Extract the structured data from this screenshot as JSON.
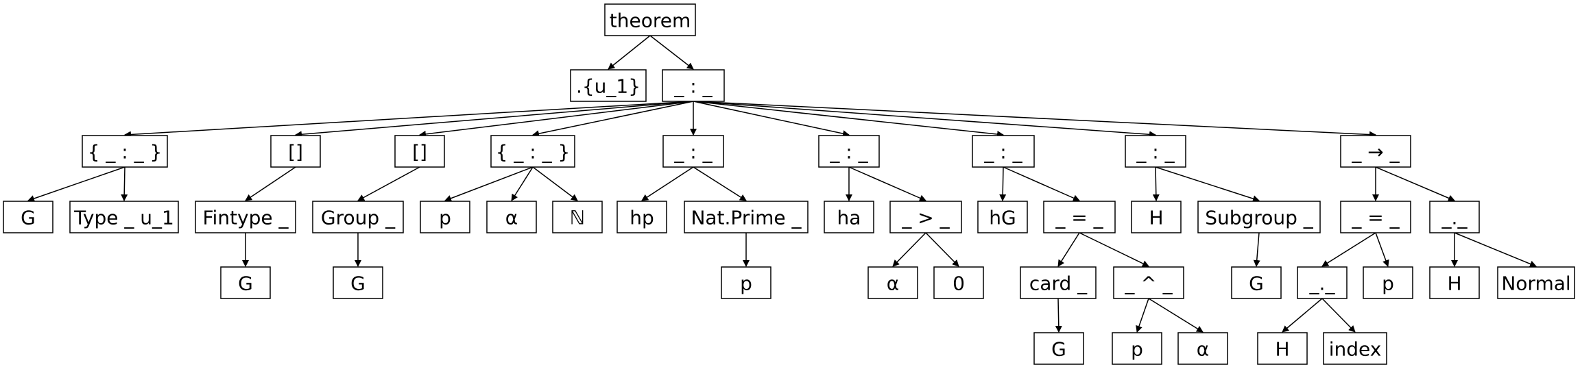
{
  "colors": {
    "node_border": "#000000",
    "node_fill": "#ffffff",
    "edge": "#000000",
    "text": "#000000"
  },
  "nodes": [
    {
      "id": "n0",
      "label": "theorem"
    },
    {
      "id": "n1",
      "label": ".{u_1}"
    },
    {
      "id": "n2",
      "label": "_ : _"
    },
    {
      "id": "n3",
      "label": "{ _ : _ }"
    },
    {
      "id": "n4",
      "label": "[]"
    },
    {
      "id": "n5",
      "label": "[]"
    },
    {
      "id": "n6",
      "label": "{ _ : _ }"
    },
    {
      "id": "n7",
      "label": "_ : _"
    },
    {
      "id": "n8",
      "label": "_ : _"
    },
    {
      "id": "n9",
      "label": "_ : _"
    },
    {
      "id": "n10",
      "label": "_ : _"
    },
    {
      "id": "n11",
      "label": "_ → _"
    },
    {
      "id": "n12",
      "label": "G"
    },
    {
      "id": "n13",
      "label": "Type _ u_1"
    },
    {
      "id": "n14",
      "label": "Fintype _"
    },
    {
      "id": "n15",
      "label": "Group _"
    },
    {
      "id": "n16",
      "label": "p"
    },
    {
      "id": "n17",
      "label": "α"
    },
    {
      "id": "n18",
      "label": "ℕ"
    },
    {
      "id": "n19",
      "label": "hp"
    },
    {
      "id": "n20",
      "label": "Nat.Prime _"
    },
    {
      "id": "n21",
      "label": "ha"
    },
    {
      "id": "n22",
      "label": "_ > _"
    },
    {
      "id": "n23",
      "label": "hG"
    },
    {
      "id": "n24",
      "label": "_ = _"
    },
    {
      "id": "n25",
      "label": "H"
    },
    {
      "id": "n26",
      "label": "Subgroup _"
    },
    {
      "id": "n27",
      "label": "_ = _"
    },
    {
      "id": "n28",
      "label": "_._"
    },
    {
      "id": "n29",
      "label": "G"
    },
    {
      "id": "n30",
      "label": "G"
    },
    {
      "id": "n31",
      "label": "p"
    },
    {
      "id": "n32",
      "label": "α"
    },
    {
      "id": "n33",
      "label": "0"
    },
    {
      "id": "n34",
      "label": "card _"
    },
    {
      "id": "n35",
      "label": "_ ^ _"
    },
    {
      "id": "n36",
      "label": "G"
    },
    {
      "id": "n37",
      "label": "_._"
    },
    {
      "id": "n38",
      "label": "p"
    },
    {
      "id": "n39",
      "label": "H"
    },
    {
      "id": "n40",
      "label": "Normal"
    },
    {
      "id": "n41",
      "label": "G"
    },
    {
      "id": "n42",
      "label": "p"
    },
    {
      "id": "n43",
      "label": "α"
    },
    {
      "id": "n44",
      "label": "H"
    },
    {
      "id": "n45",
      "label": "index"
    }
  ],
  "edges": [
    [
      "n0",
      "n1"
    ],
    [
      "n0",
      "n2"
    ],
    [
      "n2",
      "n3"
    ],
    [
      "n2",
      "n4"
    ],
    [
      "n2",
      "n5"
    ],
    [
      "n2",
      "n6"
    ],
    [
      "n2",
      "n7"
    ],
    [
      "n2",
      "n8"
    ],
    [
      "n2",
      "n9"
    ],
    [
      "n2",
      "n10"
    ],
    [
      "n2",
      "n11"
    ],
    [
      "n3",
      "n12"
    ],
    [
      "n3",
      "n13"
    ],
    [
      "n4",
      "n14"
    ],
    [
      "n5",
      "n15"
    ],
    [
      "n6",
      "n16"
    ],
    [
      "n6",
      "n17"
    ],
    [
      "n6",
      "n18"
    ],
    [
      "n7",
      "n19"
    ],
    [
      "n7",
      "n20"
    ],
    [
      "n8",
      "n21"
    ],
    [
      "n8",
      "n22"
    ],
    [
      "n9",
      "n23"
    ],
    [
      "n9",
      "n24"
    ],
    [
      "n10",
      "n25"
    ],
    [
      "n10",
      "n26"
    ],
    [
      "n11",
      "n27"
    ],
    [
      "n11",
      "n28"
    ],
    [
      "n14",
      "n29"
    ],
    [
      "n15",
      "n30"
    ],
    [
      "n20",
      "n31"
    ],
    [
      "n22",
      "n32"
    ],
    [
      "n22",
      "n33"
    ],
    [
      "n24",
      "n34"
    ],
    [
      "n24",
      "n35"
    ],
    [
      "n26",
      "n36"
    ],
    [
      "n27",
      "n37"
    ],
    [
      "n27",
      "n38"
    ],
    [
      "n28",
      "n39"
    ],
    [
      "n28",
      "n40"
    ],
    [
      "n34",
      "n41"
    ],
    [
      "n35",
      "n42"
    ],
    [
      "n35",
      "n43"
    ],
    [
      "n37",
      "n44"
    ],
    [
      "n37",
      "n45"
    ]
  ]
}
